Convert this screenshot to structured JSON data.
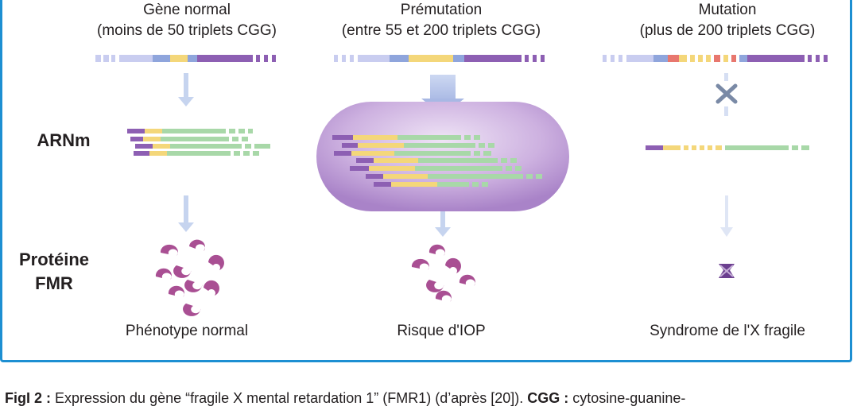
{
  "columns": [
    {
      "title": "Gène normal",
      "subtitle": "(moins de 50 triplets CGG)",
      "outcome": "Phénotype normal"
    },
    {
      "title": "Prémutation",
      "subtitle": "(entre 55 et 200 triplets CGG)",
      "outcome": "Risque d'IOP"
    },
    {
      "title": "Mutation",
      "subtitle": "(plus de 200 triplets CGG)",
      "outcome": "Syndrome de l'X fragile"
    }
  ],
  "rows": {
    "mrna": "ARNm",
    "protein_line1": "Protéine",
    "protein_line2": "FMR"
  },
  "caption": {
    "label": "FigI 2 :",
    "text": " Expression du gène “fragile X mental retardation 1” (FMR1) (d’après [20]). ",
    "cgg_label": "CGG :",
    "cgg_text": " cytosine-guanine-"
  },
  "colors": {
    "border": "#1d8fd2",
    "dna_light": "#c9cdf0",
    "dna_blue": "#8fa5dc",
    "dna_purple": "#8d5fb3",
    "cgg_yellow": "#f4d77a",
    "mutation_red": "#e8776e",
    "mrna_green": "#a8d8a8",
    "protein_magenta": "#a94f93",
    "arrow": "#c6d4ef"
  }
}
